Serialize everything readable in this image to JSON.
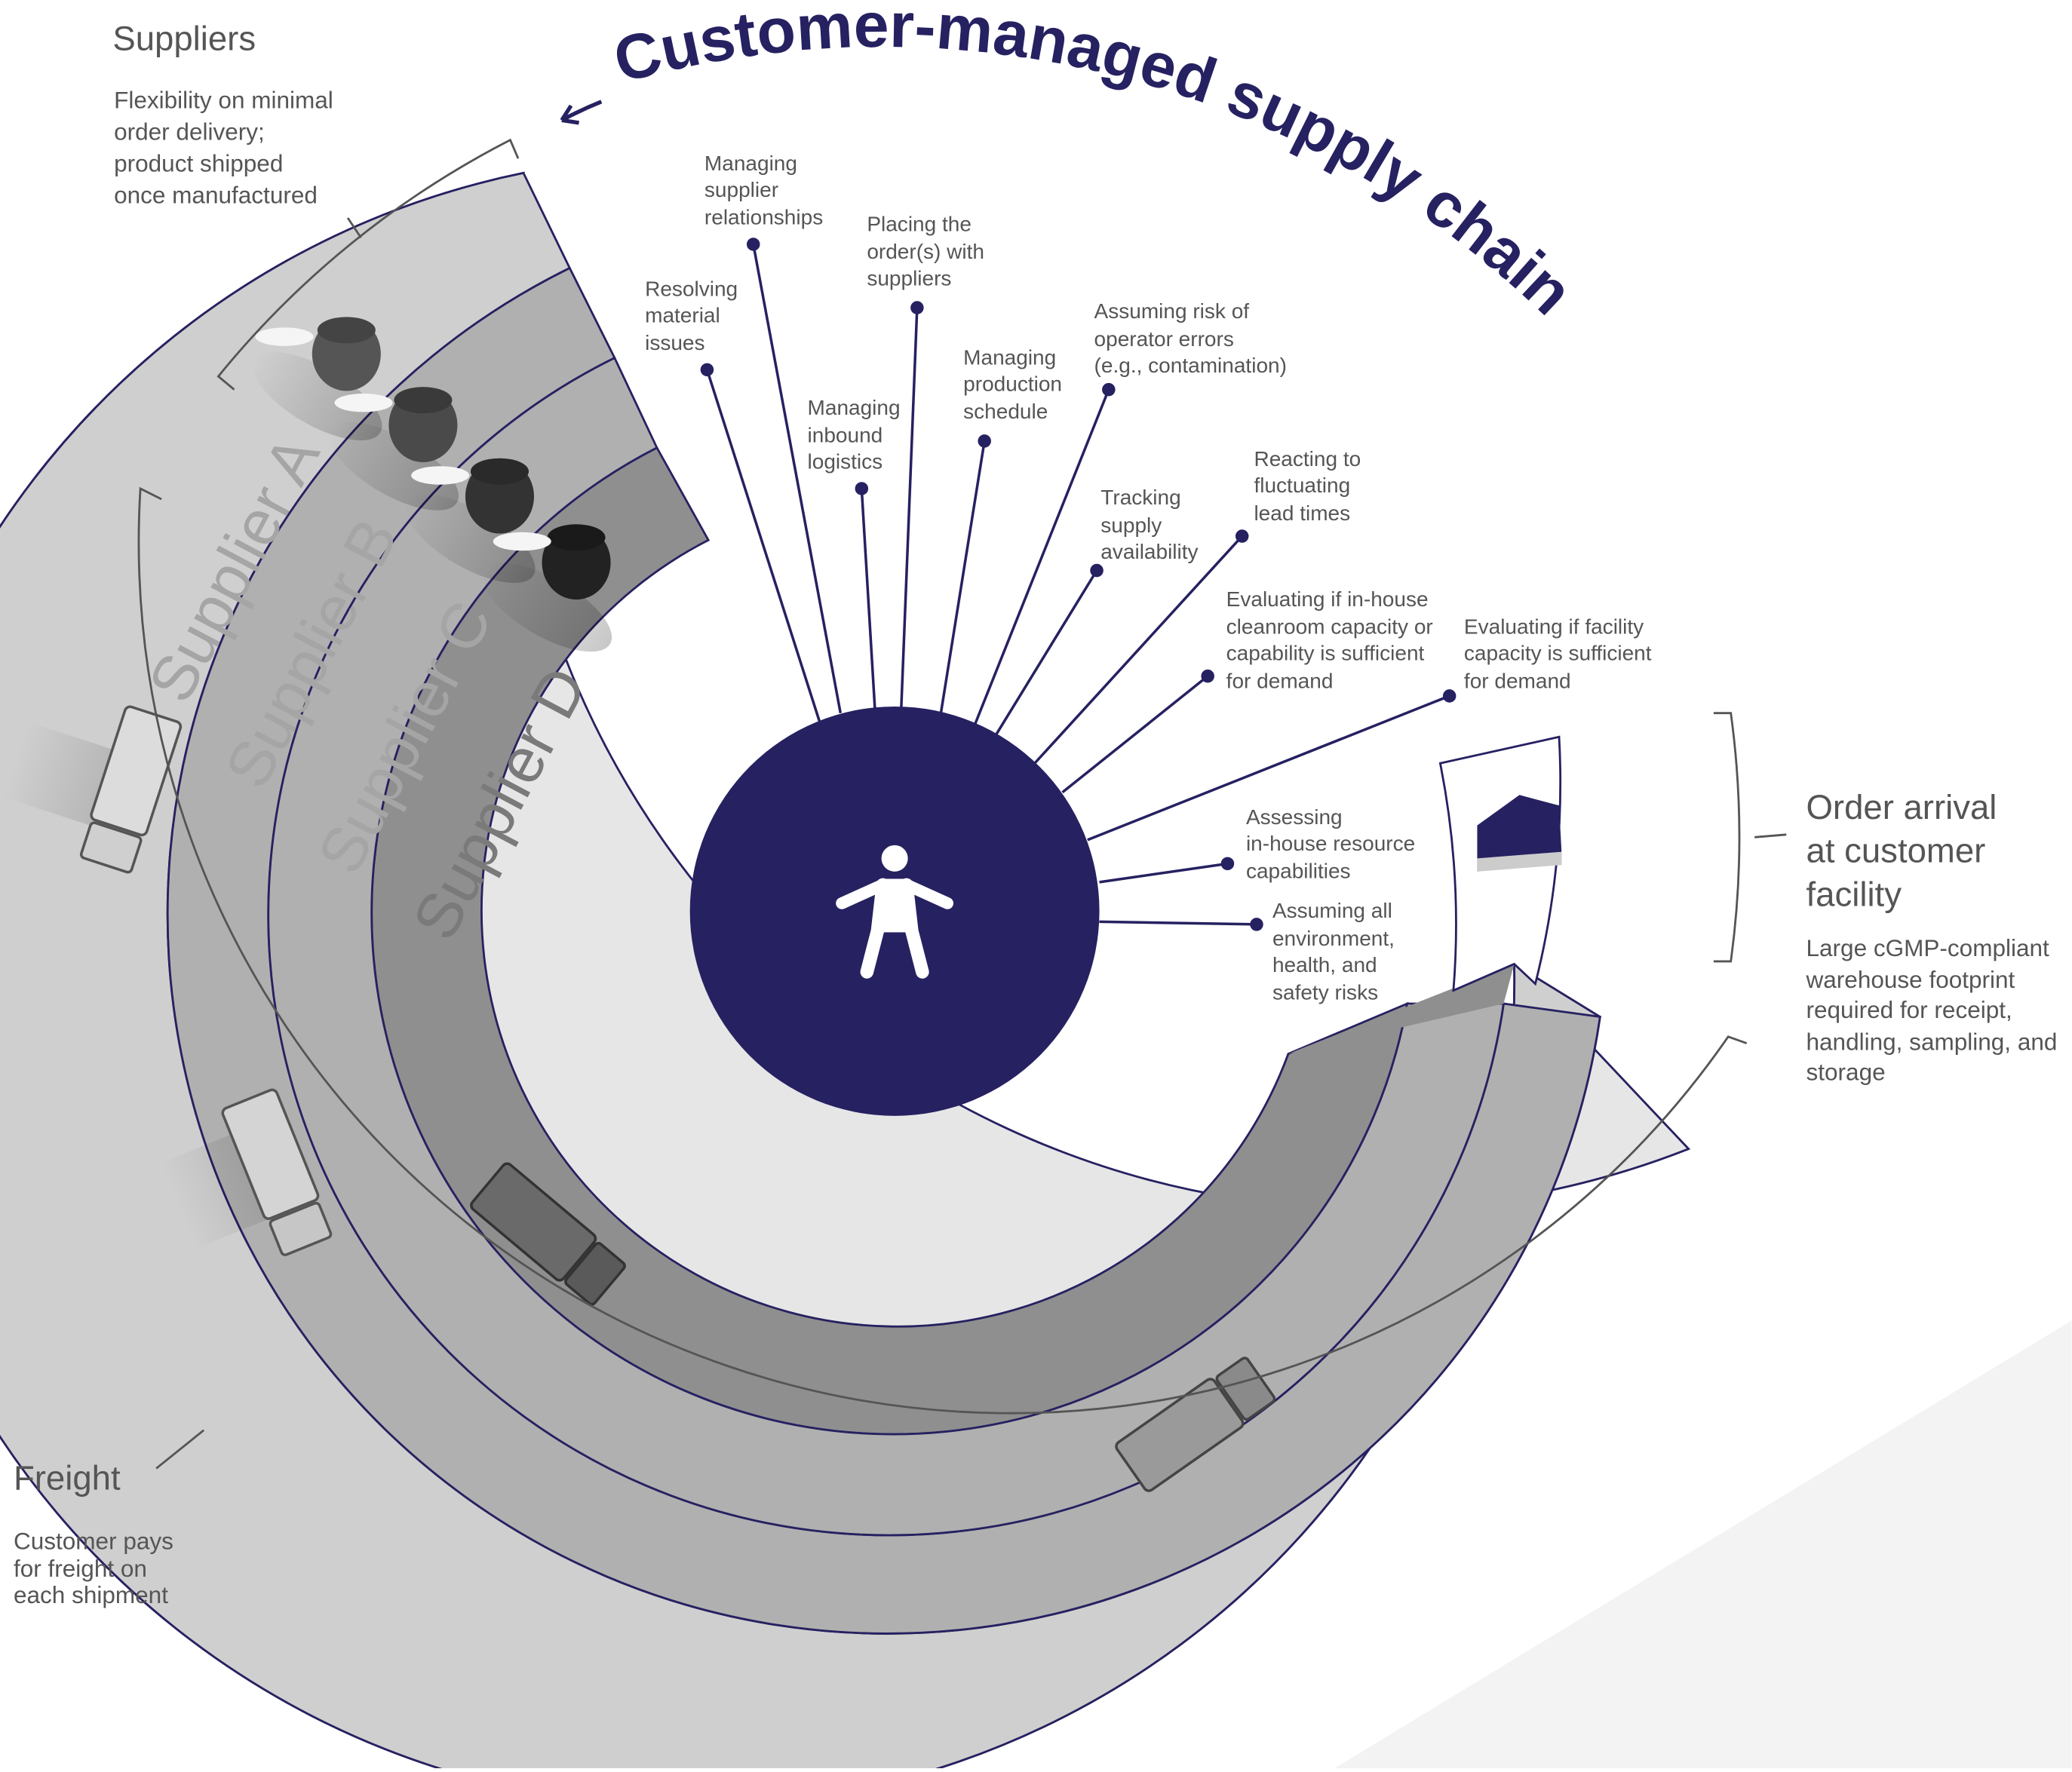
{
  "title": "Customer-managed supply chain",
  "suppliers": {
    "heading": "Suppliers",
    "description": [
      "Flexibility on minimal",
      "order delivery;",
      "product shipped",
      "once manufactured"
    ]
  },
  "freight": {
    "heading": "Freight",
    "description": [
      "Customer pays",
      "for freight on",
      "each shipment"
    ]
  },
  "order_arrival": {
    "heading": [
      "Order arrival",
      "at customer",
      "facility"
    ],
    "description": [
      "Large cGMP-compliant",
      "warehouse footprint",
      "required for receipt,",
      "handling, sampling, and",
      "storage"
    ]
  },
  "supplier_bands": [
    "Supplier A",
    "Supplier B",
    "Supplier C",
    "Supplier D"
  ],
  "callouts": [
    [
      "Managing",
      "supplier",
      "relationships"
    ],
    [
      "Placing the",
      "order(s) with",
      "suppliers"
    ],
    [
      "Resolving",
      "material",
      "issues"
    ],
    [
      "Managing",
      "inbound",
      "logistics"
    ],
    [
      "Managing",
      "production",
      "schedule"
    ],
    [
      "Assuming risk of",
      "operator errors",
      "(e.g., contamination)"
    ],
    [
      "Tracking",
      "supply",
      "availability"
    ],
    [
      "Reacting to",
      "fluctuating",
      "lead times"
    ],
    [
      "Evaluating if in-house",
      "cleanroom capacity or",
      "capability is sufficient",
      "for demand"
    ],
    [
      "Evaluating if facility",
      "capacity is sufficient",
      "for demand"
    ],
    [
      "Assessing",
      "in-house resource",
      "capabilities"
    ],
    [
      "Assuming all",
      "environment,",
      "health, and",
      "safety risks"
    ]
  ],
  "colors": {
    "navy": "#262161",
    "band_a": "#e6e6e6",
    "band_b": "#cfcfcf",
    "band_c": "#b0b0b0",
    "band_d": "#8f8f8f",
    "text": "#555555"
  },
  "icons": [
    "person-icon",
    "truck-icon",
    "factory-tank-icon",
    "warehouse-icon"
  ]
}
